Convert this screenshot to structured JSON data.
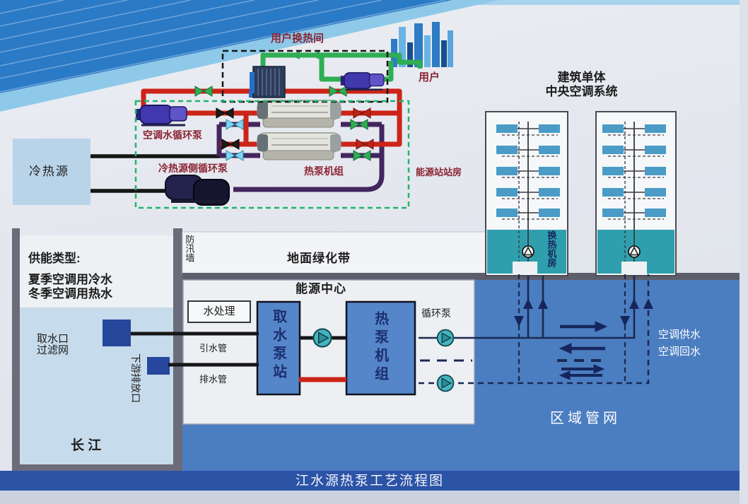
{
  "footer": {
    "title": "江水源热泵工艺流程图"
  },
  "station": {
    "user_room_label": "用户换热间",
    "user_label": "用户",
    "ac_pump_label": "空调水循环泵",
    "source_pump_label": "冷热源侧循环泵",
    "heat_pump_label": "热泵机组",
    "station_room_label": "能源站站房",
    "source_label": "冷热源"
  },
  "buildings": {
    "title": "建筑单体\n中央空调系统",
    "hx_room_label": "换热机房"
  },
  "river": {
    "supply_type_title": "供能类型:",
    "supply_type_lines": "夏季空调用冷水\n冬季空调用热水",
    "intake_label": "取水口\n过滤网",
    "outfall_label": "下游排放口",
    "river_name": "长  江",
    "flood_wall_label": "防汛墙"
  },
  "center": {
    "greenbelt_label": "地面绿化带",
    "center_title": "能源中心",
    "water_treatment_label": "水处理",
    "intake_station_label": "取水泵站",
    "heat_pump_unit_label": "热泵机组",
    "circ_pump_label": "循环泵",
    "inlet_pipe_label": "引水管",
    "drain_pipe_label": "排水管"
  },
  "network": {
    "supply_label": "空调供水",
    "return_label": "空调回水",
    "network_label": "区域管网"
  },
  "colors": {
    "pipe_red": "#cc2418",
    "pipe_green": "#2fae53",
    "pipe_purple": "#43265e",
    "pipe_black": "#161616",
    "valve_cyan": "#7cd5ef",
    "network_blue": "#4b7dc1",
    "navy_line": "#1a2952",
    "box_blue": "#5586ca",
    "machine_room_teal": "#2f9fae",
    "pump_teal": "#45b4bd",
    "coil_blue": "#4a9cc7",
    "station_dash_green": "#1fb56e",
    "label_red": "#8c2433",
    "banner_blue": "#2b53a6"
  },
  "icons": {
    "pump": "circle-with-triangle",
    "valve": "bowtie-triangles",
    "city": "skyline-bars",
    "heat_exchanger": "striped-plate-block"
  }
}
